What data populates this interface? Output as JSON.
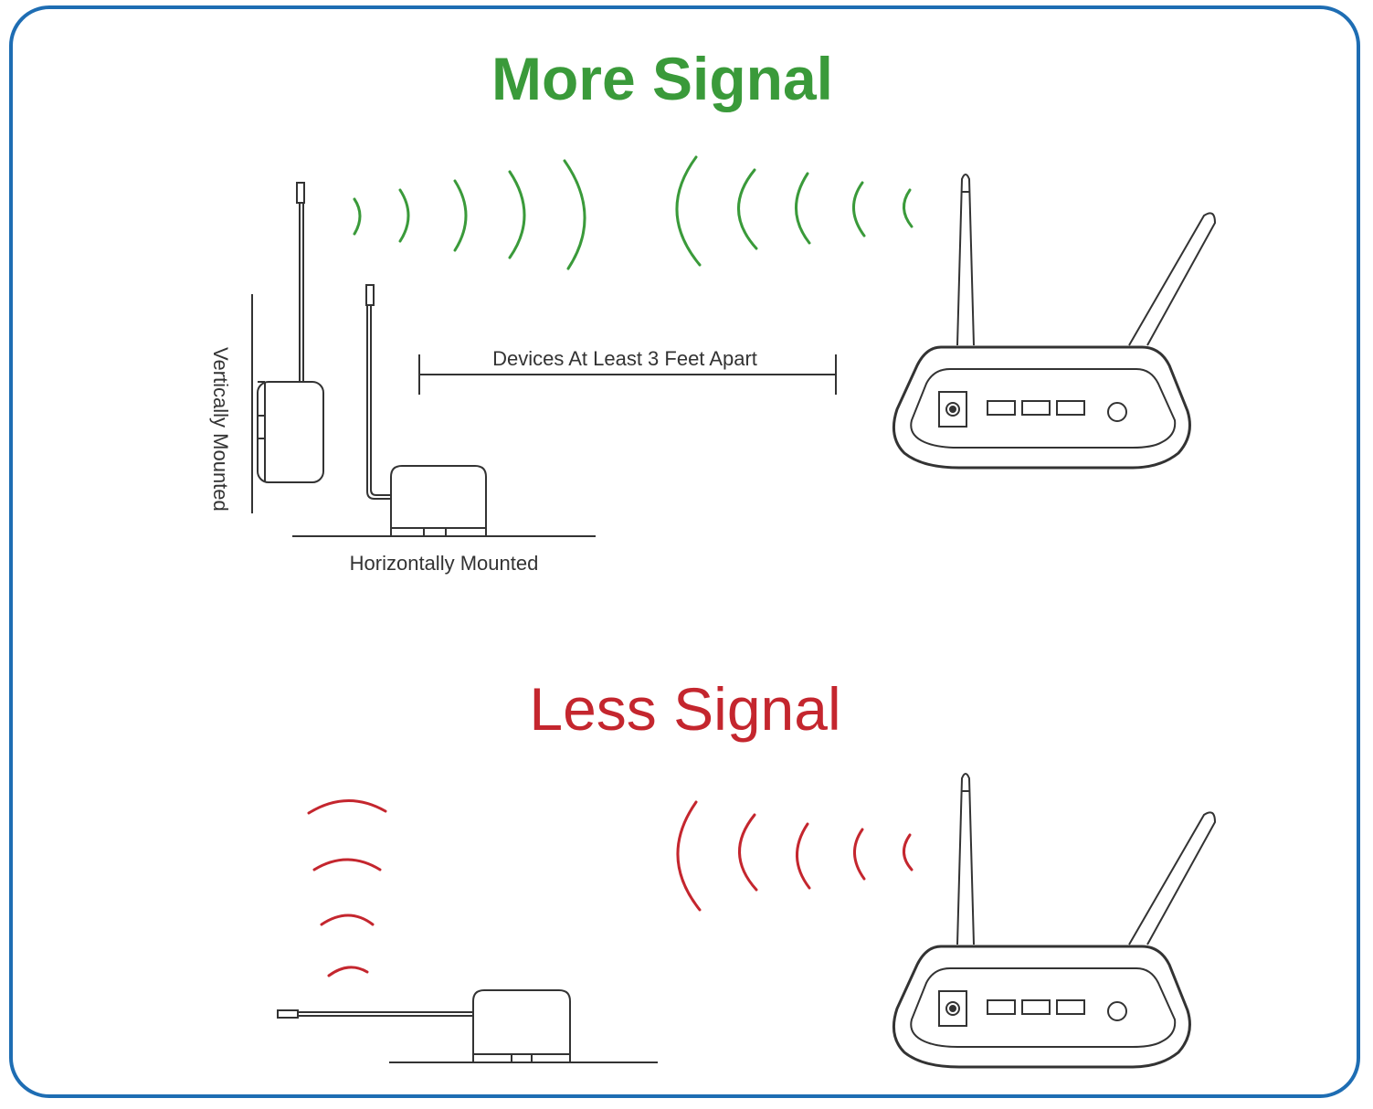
{
  "titles": {
    "more": "More Signal",
    "less": "Less Signal"
  },
  "labels": {
    "vertical": "Vertically Mounted",
    "horizontal": "Horizontally Mounted",
    "distance": "Devices At Least 3 Feet Apart"
  },
  "colors": {
    "frame": "#1e6db3",
    "good_signal": "#3a9a3a",
    "bad_signal": "#c4262e",
    "line_art": "#333333"
  }
}
